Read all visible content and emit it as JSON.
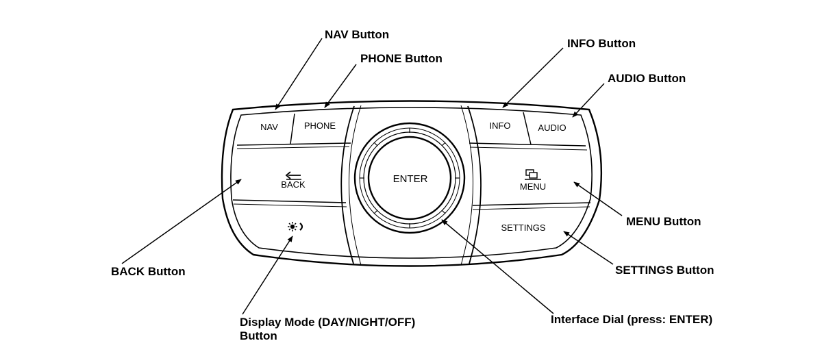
{
  "callouts": {
    "nav": "NAV Button",
    "phone": "PHONE Button",
    "info": "INFO Button",
    "audio": "AUDIO Button",
    "back": "BACK Button",
    "menu": "MENU Button",
    "settings": "SETTINGS Button",
    "display_mode_line1": "Display Mode (DAY/NIGHT/OFF)",
    "display_mode_line2": "Button",
    "interface_dial": "Interface Dial (press: ENTER)"
  },
  "panel": {
    "nav": "NAV",
    "phone": "PHONE",
    "info": "INFO",
    "audio": "AUDIO",
    "back": "BACK",
    "menu": "MENU",
    "settings": "SETTINGS",
    "enter": "ENTER"
  },
  "icons": {
    "back": "back-arrow-icon",
    "menu": "menu-screens-icon",
    "display_mode": "sun-moon-icon"
  }
}
